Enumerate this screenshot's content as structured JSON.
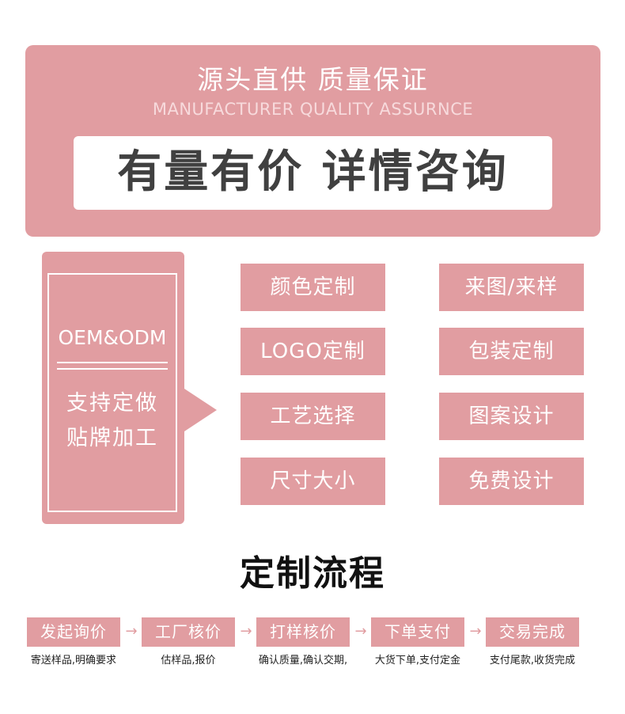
{
  "banner": {
    "title_cn": "源头直供 质量保证",
    "title_en": "MANUFACTURER QUALITY ASSURNCE",
    "slogan": "有量有价 详情咨询"
  },
  "oem": {
    "title": "OEM&ODM",
    "desc_line1": "支持定做",
    "desc_line2": "贴牌加工"
  },
  "options_left": [
    "颜色定制",
    "LOGO定制",
    "工艺选择",
    "尺寸大小"
  ],
  "options_right": [
    "来图/来样",
    "包装定制",
    "图案设计",
    "免费设计"
  ],
  "process": {
    "title": "定制流程",
    "steps": [
      {
        "label": "发起询价",
        "desc": "寄送样品,明确要求"
      },
      {
        "label": "工厂核价",
        "desc": "估样品,报价"
      },
      {
        "label": "打样核价",
        "desc": "确认质量,确认交期,"
      },
      {
        "label": "下单支付",
        "desc": "大货下单,支付定金"
      },
      {
        "label": "交易完成",
        "desc": "支付尾款,收货完成"
      }
    ],
    "arrow_glyph": "→"
  },
  "colors": {
    "accent": "#e19da1",
    "slogan_text": "#404040"
  }
}
